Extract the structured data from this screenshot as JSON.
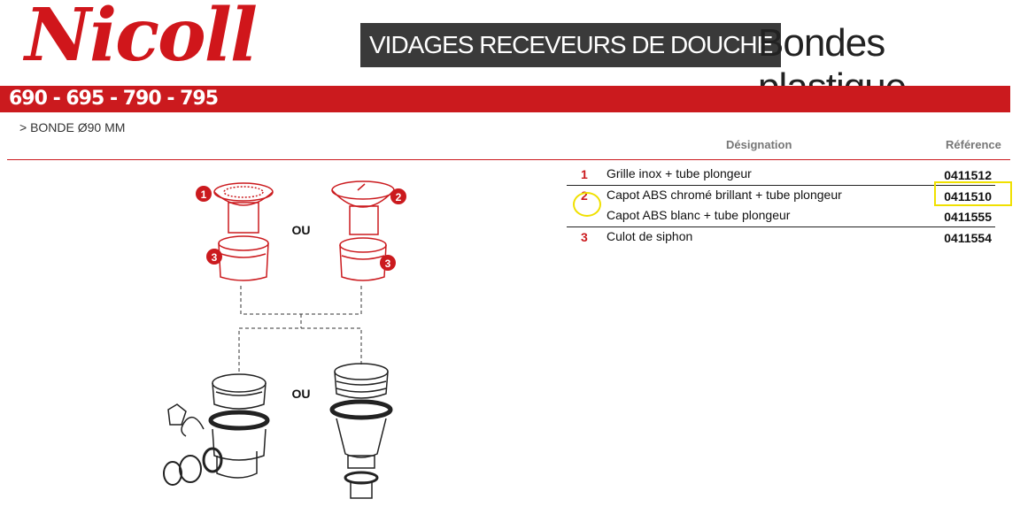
{
  "logo": {
    "text": "Nicoll"
  },
  "header": {
    "category": "VIDAGES RECEVEURS DE DOUCHE",
    "subtitle": "Bondes plastique"
  },
  "band": {
    "models": "690 - 695 - 790 - 795"
  },
  "subline": "> BONDE Ø90 MM",
  "table": {
    "col_designation": "Désignation",
    "col_reference": "Référence",
    "rows": [
      {
        "num": "1",
        "desc": "Grille inox + tube plongeur",
        "ref": "0411512"
      },
      {
        "num": "2",
        "desc": "Capot ABS chromé brillant + tube plongeur",
        "ref": "0411510"
      },
      {
        "num": "",
        "desc": "Capot ABS blanc + tube plongeur",
        "ref": "0411555"
      },
      {
        "num": "3",
        "desc": "Culot de siphon",
        "ref": "0411554"
      }
    ]
  },
  "illustration": {
    "or_top": "OU",
    "or_bottom": "OU",
    "callouts": [
      "1",
      "2",
      "3",
      "3"
    ]
  },
  "colors": {
    "brand_red": "#cb1a1e",
    "highlight": "#f0e000",
    "dark_box": "#3a3a3a"
  }
}
